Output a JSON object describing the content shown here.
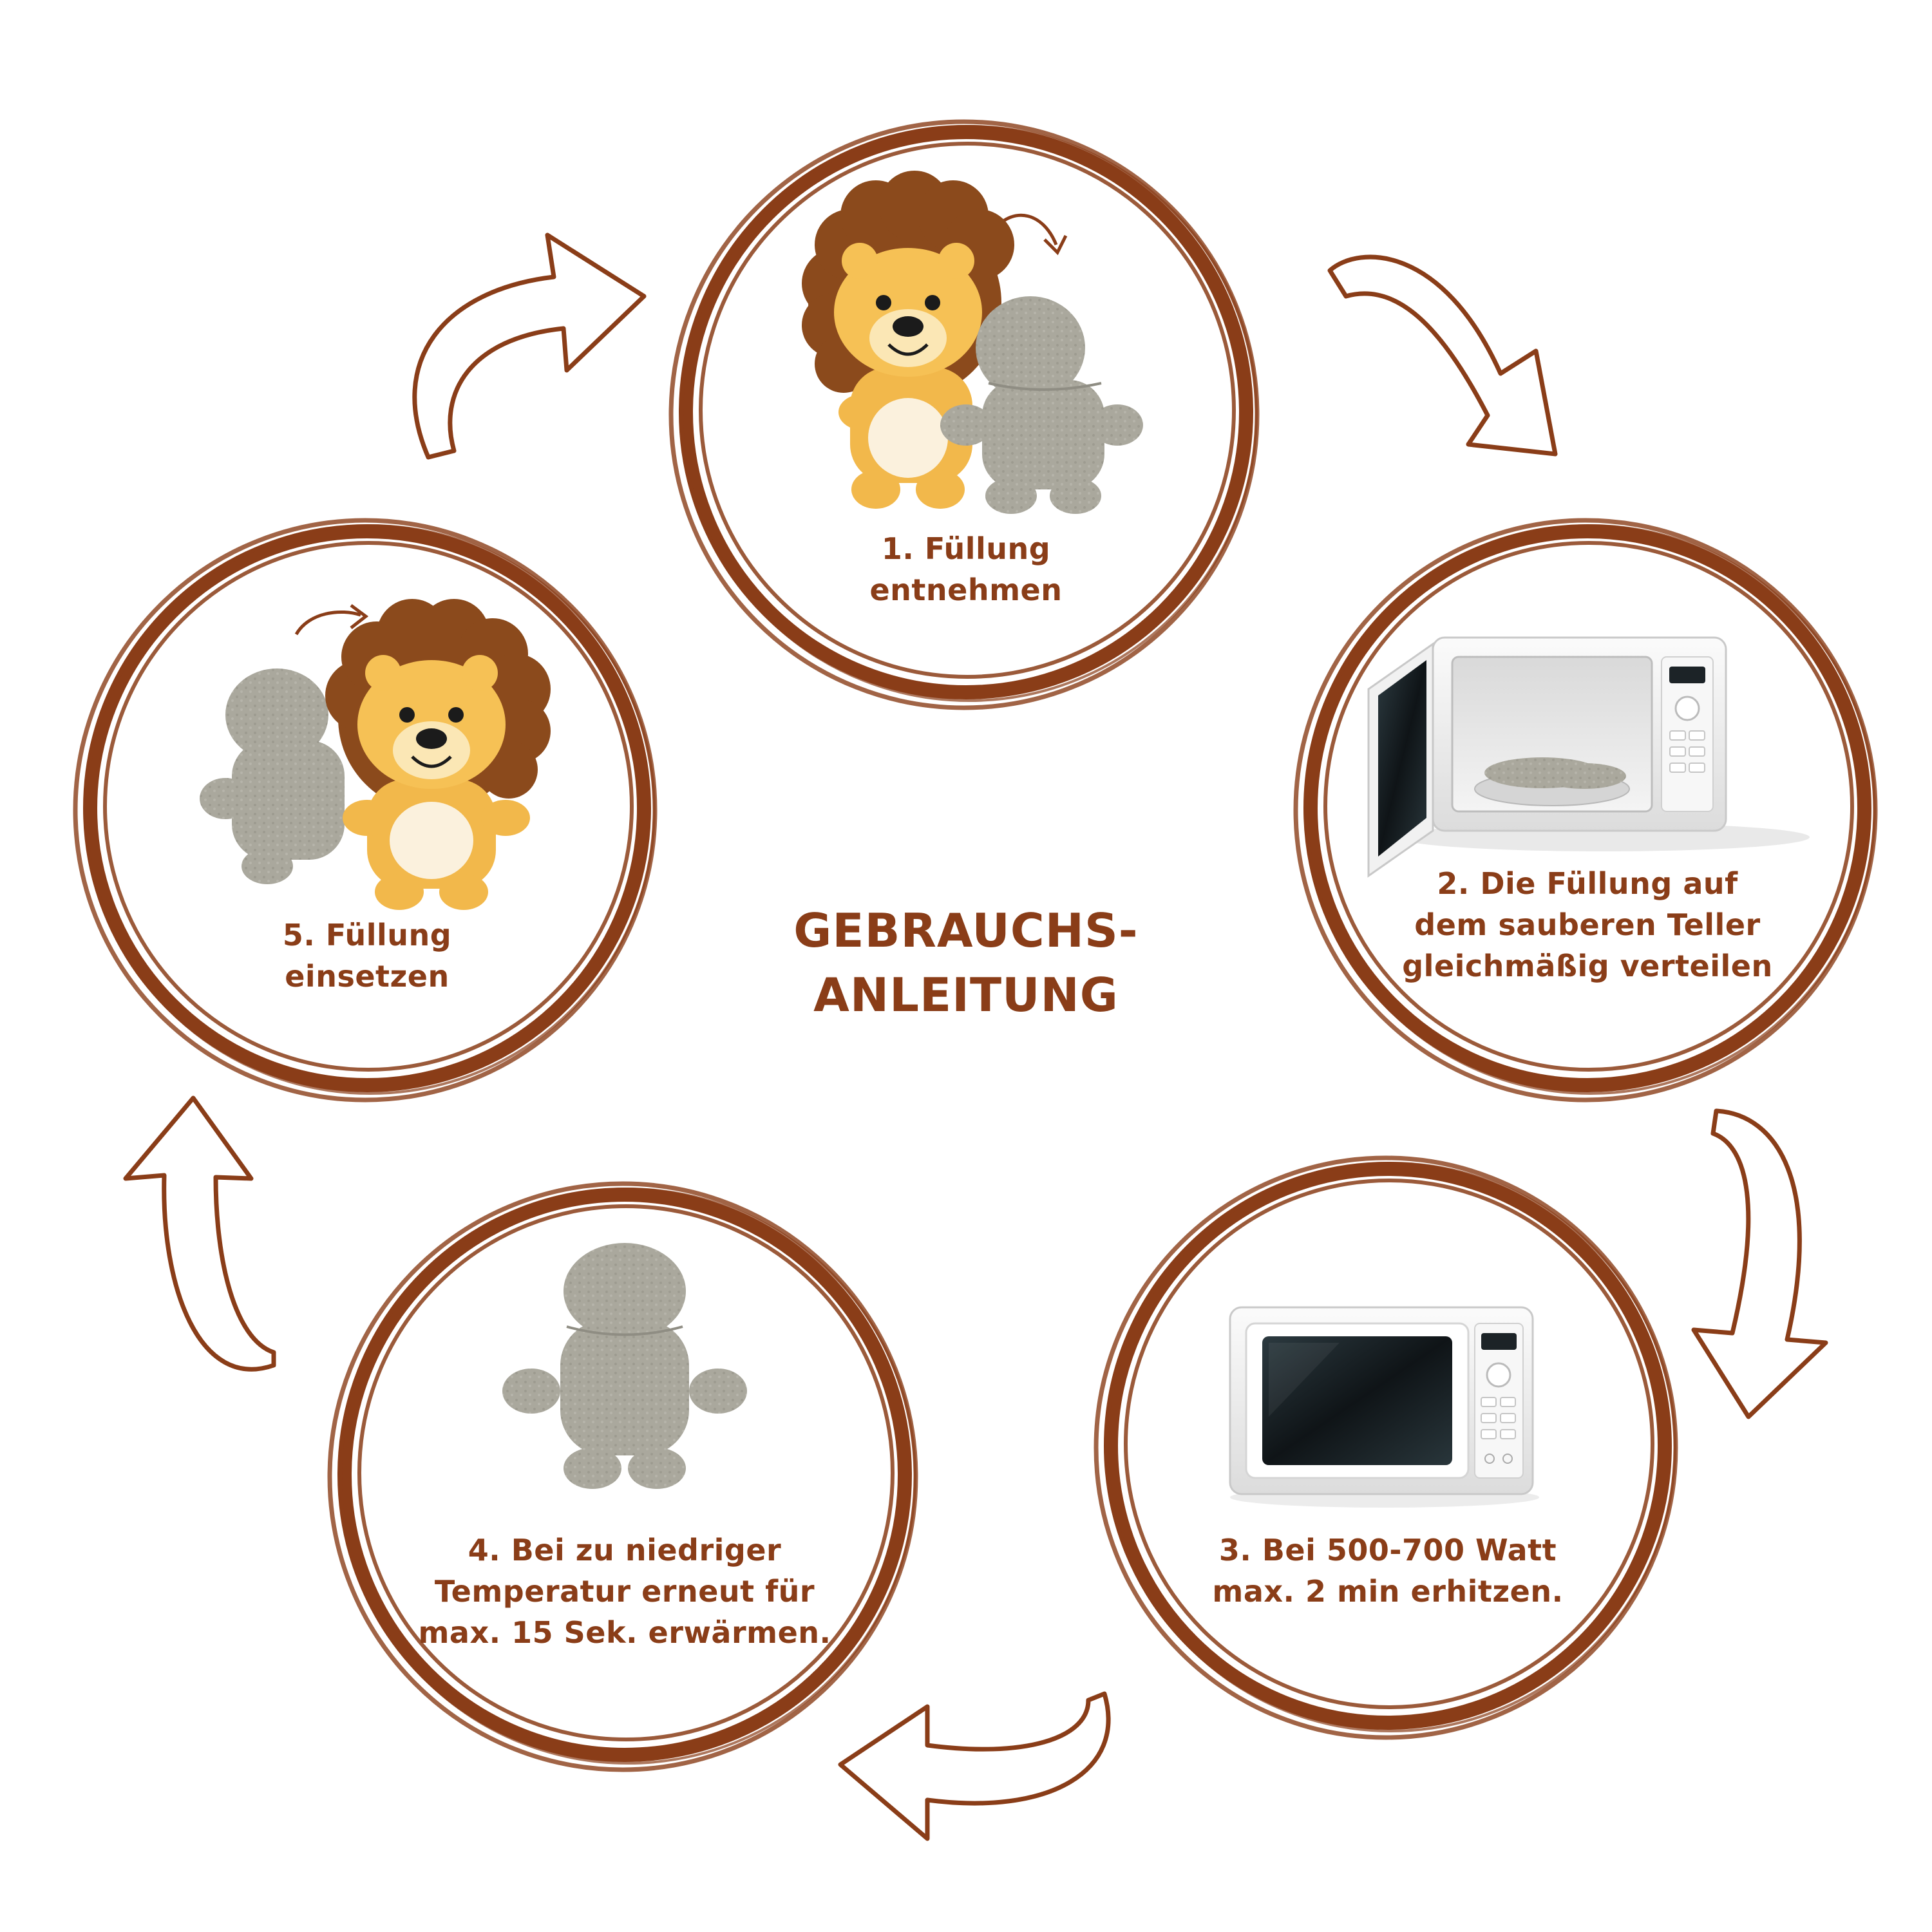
{
  "title": {
    "line1": "GEBRAUCHS-",
    "line2": "ANLEITUNG"
  },
  "colors": {
    "brand": "#8a3d18",
    "plush_yellow": "#f2b84b",
    "plush_mane": "#8b4a1c",
    "filling_grey": "#a9a79c",
    "microwave_white": "#f2f2f2",
    "microwave_screen": "#1c2327"
  },
  "steps": [
    {
      "number": "1.",
      "lines": [
        "1. Füllung",
        "entnehmen"
      ],
      "icon": "lion-and-filling-icon"
    },
    {
      "number": "2.",
      "lines": [
        "2. Die Füllung auf",
        "dem sauberen Teller",
        "gleichmäßig verteilen"
      ],
      "icon": "open-microwave-icon"
    },
    {
      "number": "3.",
      "lines": [
        "3. Bei 500-700 Watt",
        "max. 2 min erhitzen."
      ],
      "icon": "closed-microwave-icon"
    },
    {
      "number": "4.",
      "lines": [
        "4. Bei zu niedriger",
        "Temperatur erneut für",
        "max. 15 Sek. erwärmen."
      ],
      "icon": "filling-pad-icon"
    },
    {
      "number": "5.",
      "lines": [
        "5. Füllung",
        "einsetzen"
      ],
      "icon": "filling-and-lion-icon"
    }
  ]
}
